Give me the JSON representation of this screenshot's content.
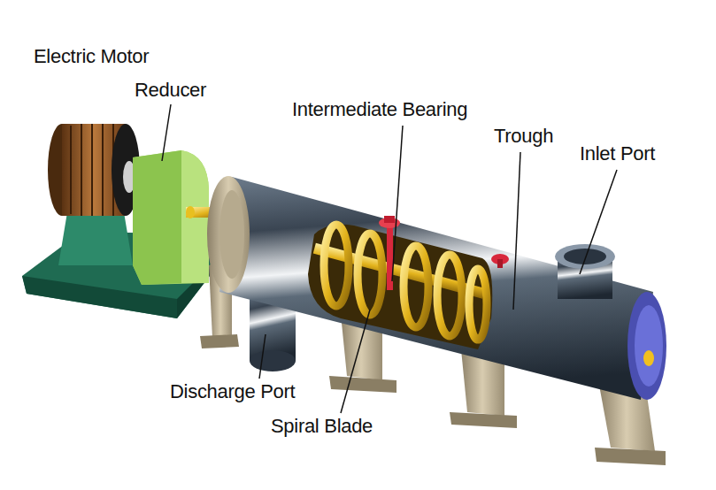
{
  "diagram": {
    "labels": [
      "Electric Motor",
      "Reducer",
      "Intermediate Bearing",
      "Trough",
      "Inlet Port",
      "Discharge Port",
      "Spiral Blade"
    ]
  }
}
